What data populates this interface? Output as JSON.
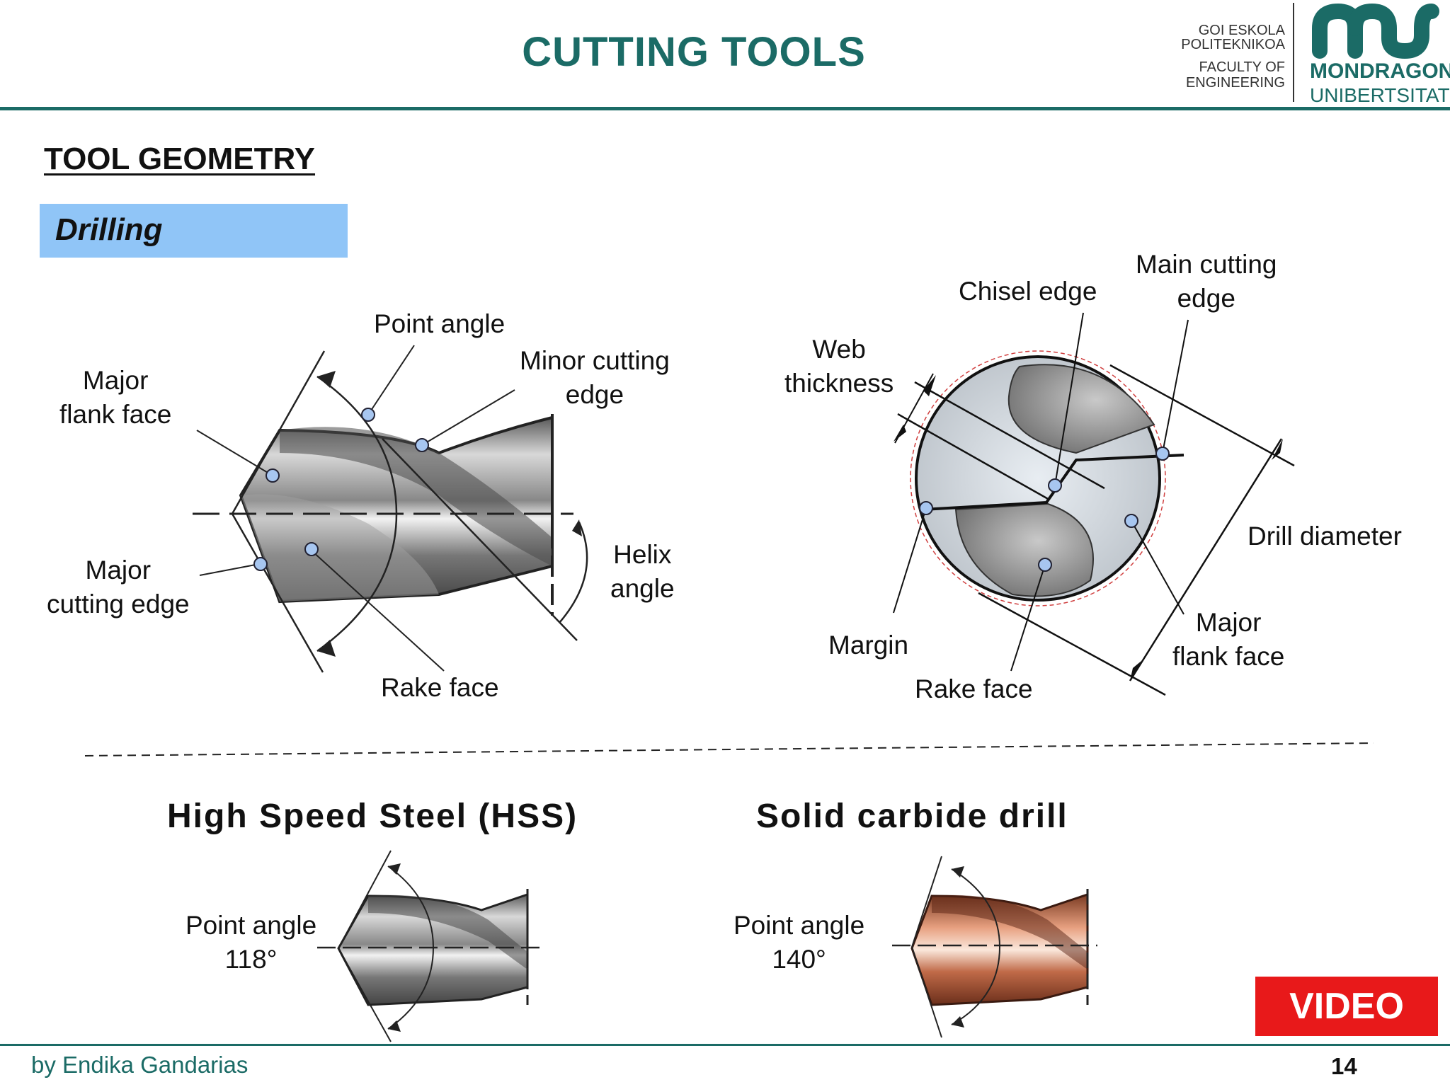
{
  "header": {
    "title": "CUTTING TOOLS",
    "logo_lines": [
      "GOI ESKOLA",
      "POLITEKNIKOA",
      "FACULTY OF",
      "ENGINEERING"
    ],
    "logo_name_1": "MONDRAGON",
    "logo_name_2": "UNIBERTSITATEA",
    "accent_color": "#1b6b66"
  },
  "section_title": "TOOL GEOMETRY",
  "subsection_label": "Drilling",
  "side_view_labels": {
    "point_angle": "Point angle",
    "minor_cutting_edge_1": "Minor cutting",
    "minor_cutting_edge_2": "edge",
    "major_flank_face_1": "Major",
    "major_flank_face_2": "flank face",
    "major_cutting_edge_1": "Major",
    "major_cutting_edge_2": "cutting edge",
    "helix_angle_1": "Helix",
    "helix_angle_2": "angle",
    "rake_face": "Rake face"
  },
  "end_view_labels": {
    "chisel_edge": "Chisel edge",
    "main_cutting_edge_1": "Main cutting",
    "main_cutting_edge_2": "edge",
    "web_thickness_1": "Web",
    "web_thickness_2": "thickness",
    "drill_diameter": "Drill diameter",
    "major_flank_face_1": "Major",
    "major_flank_face_2": "flank face",
    "margin": "Margin",
    "rake_face": "Rake face"
  },
  "hss": {
    "title": "High Speed Steel (HSS)",
    "label_1": "Point angle",
    "label_2": "118°"
  },
  "carbide": {
    "title": "Solid carbide drill",
    "label_1": "Point angle",
    "label_2": "140°"
  },
  "video_button": "VIDEO",
  "footer": {
    "author": "by Endika Gandarias",
    "page_number": "14"
  }
}
